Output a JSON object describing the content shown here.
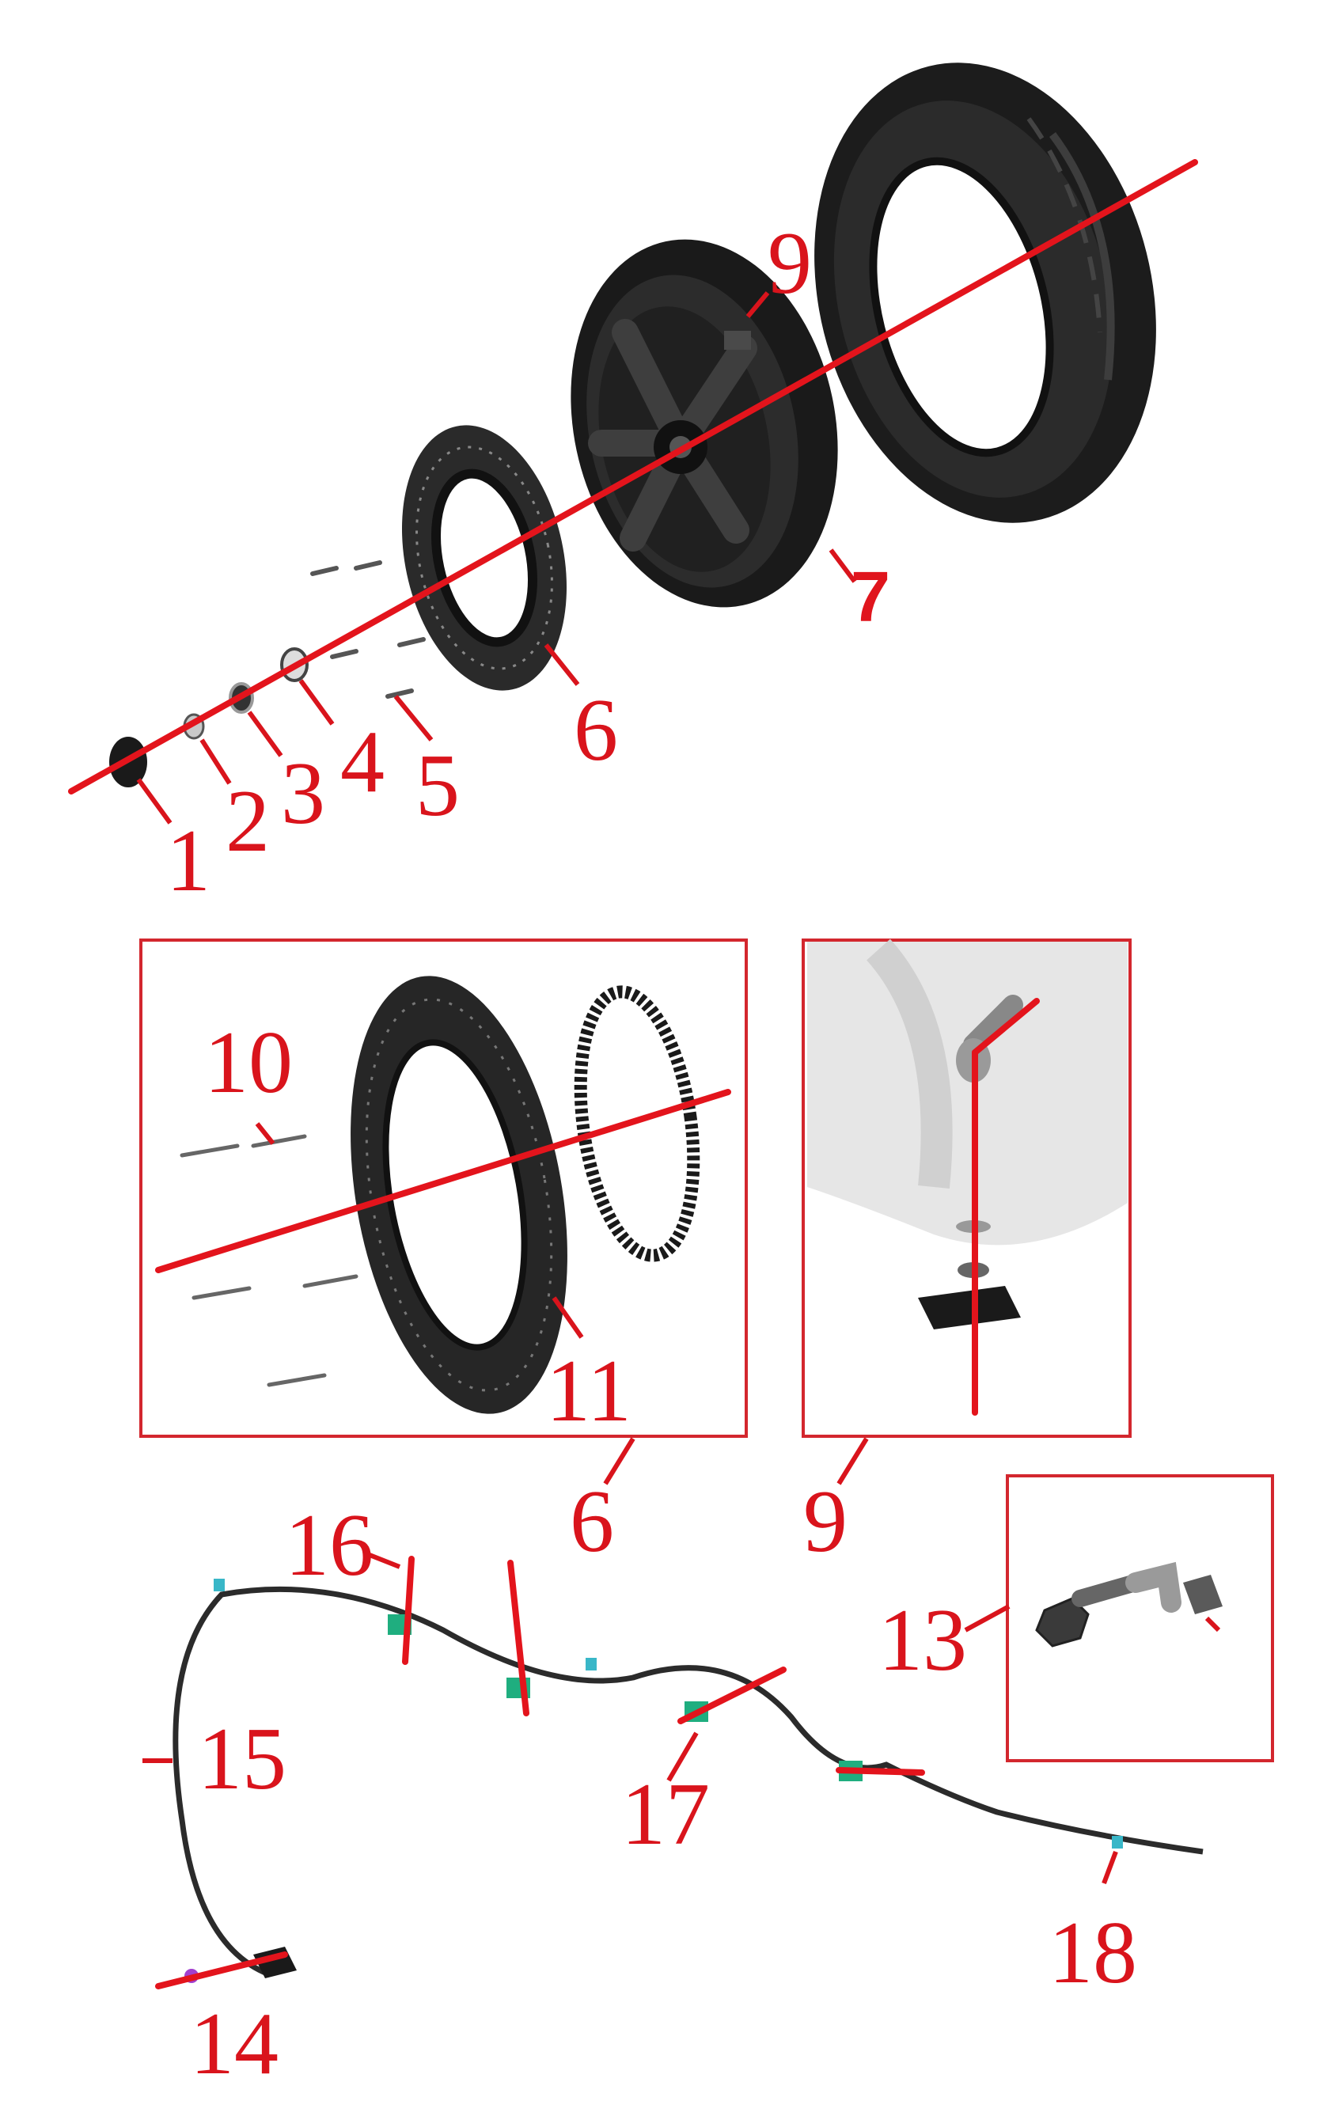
{
  "diagram": {
    "colors": {
      "callout": "#d9141c",
      "axis": "#e3141c",
      "frame": "#d3272e",
      "part": "#1b1b1b",
      "clip": "#1fae7f"
    },
    "callouts": {
      "c1": "1",
      "c2": "2",
      "c3": "3",
      "c4": "4",
      "c5": "5",
      "c6": "6",
      "c7": "7",
      "c9": "9",
      "c10": "10",
      "c11": "11",
      "c6b": "6",
      "c9b": "9",
      "c13": "13",
      "c14": "14",
      "c15": "15",
      "c16": "16",
      "c17": "17",
      "c18": "18"
    },
    "parts": {
      "tire": "tire-icon",
      "rim": "wheel-rim-icon",
      "disc": "brake-disc-icon",
      "valve": "valve-icon",
      "sensor": "sensor-icon",
      "harness": "wire-harness-icon"
    }
  }
}
